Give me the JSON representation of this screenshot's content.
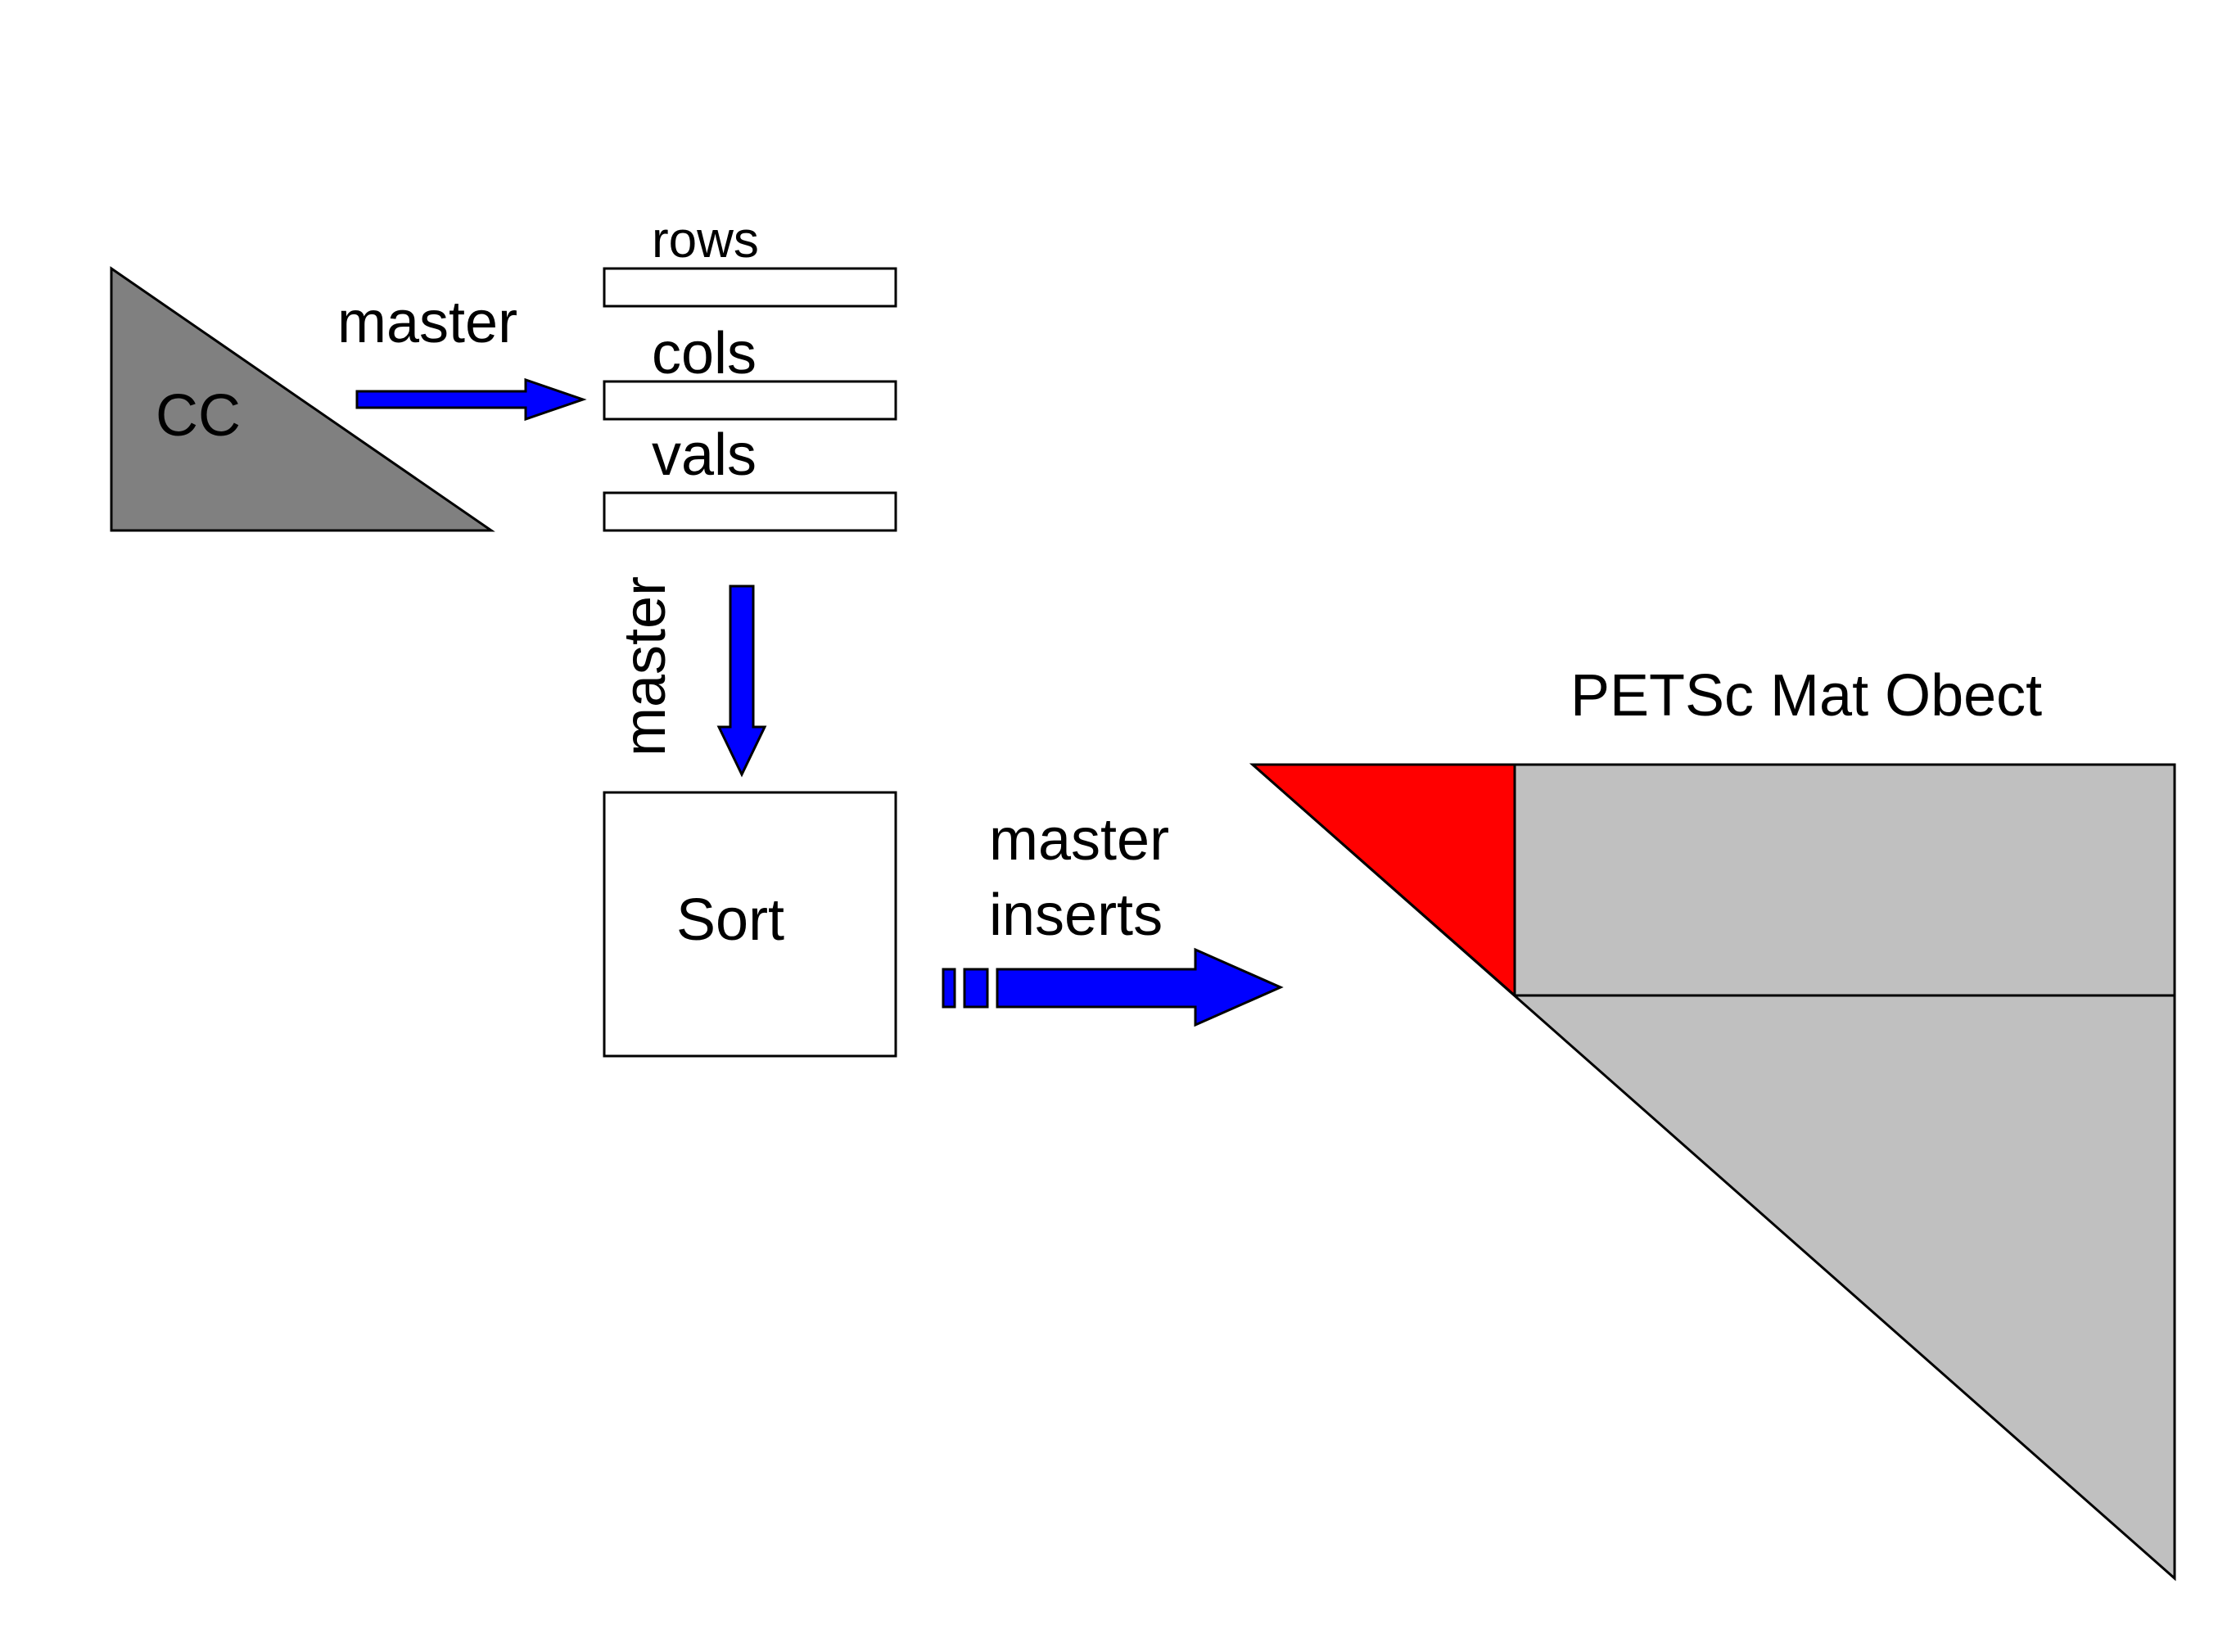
{
  "labels": {
    "cc": "CC",
    "master_top": "master",
    "rows": "rows",
    "cols": "cols",
    "vals": "vals",
    "master_vertical": "master",
    "sort": "Sort",
    "master_inserts_line1": "master",
    "master_inserts_line2": "inserts",
    "petsc_title": "PETSc Mat Obect"
  },
  "colors": {
    "cc_fill": "#808080",
    "arrow_fill": "#0000ff",
    "matrix_fill": "#c0c0c0",
    "highlight_fill": "#ff0000",
    "stroke": "#000000",
    "background": "#ffffff"
  }
}
